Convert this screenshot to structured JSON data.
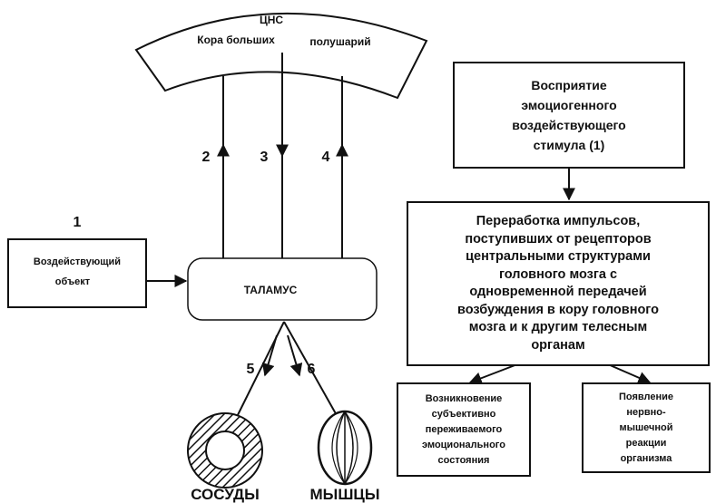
{
  "cortex": {
    "line1": "ЦНС",
    "line2_left": "Кора больших",
    "line2_right": "полушарий"
  },
  "pathways": [
    "2",
    "3",
    "4",
    "5",
    "6"
  ],
  "stimulus": {
    "number": "1",
    "line1": "Воздействующий",
    "line2": "объект"
  },
  "thalamus": "ТАЛАМУС",
  "outputs": {
    "vessels": "СОСУДЫ",
    "muscles": "МЫШЦЫ"
  },
  "flow": {
    "perception": [
      "Восприятие",
      "эмоциогенного",
      "воздействующего",
      "стимула  (1)"
    ],
    "processing": [
      "Переработка импульсов,",
      "поступивших от рецепторов",
      "центральными структурами",
      "головного мозга с",
      "одновременной передачей",
      "возбуждения в кору головного",
      "мозга и к другим телесным",
      "органам"
    ],
    "subjective": [
      "Возникновение",
      "субъективно",
      "переживаемого",
      "эмоционального",
      "состояния"
    ],
    "reaction": [
      "Появление",
      "нервно-",
      "мышечной",
      "реакции",
      "организма"
    ]
  }
}
